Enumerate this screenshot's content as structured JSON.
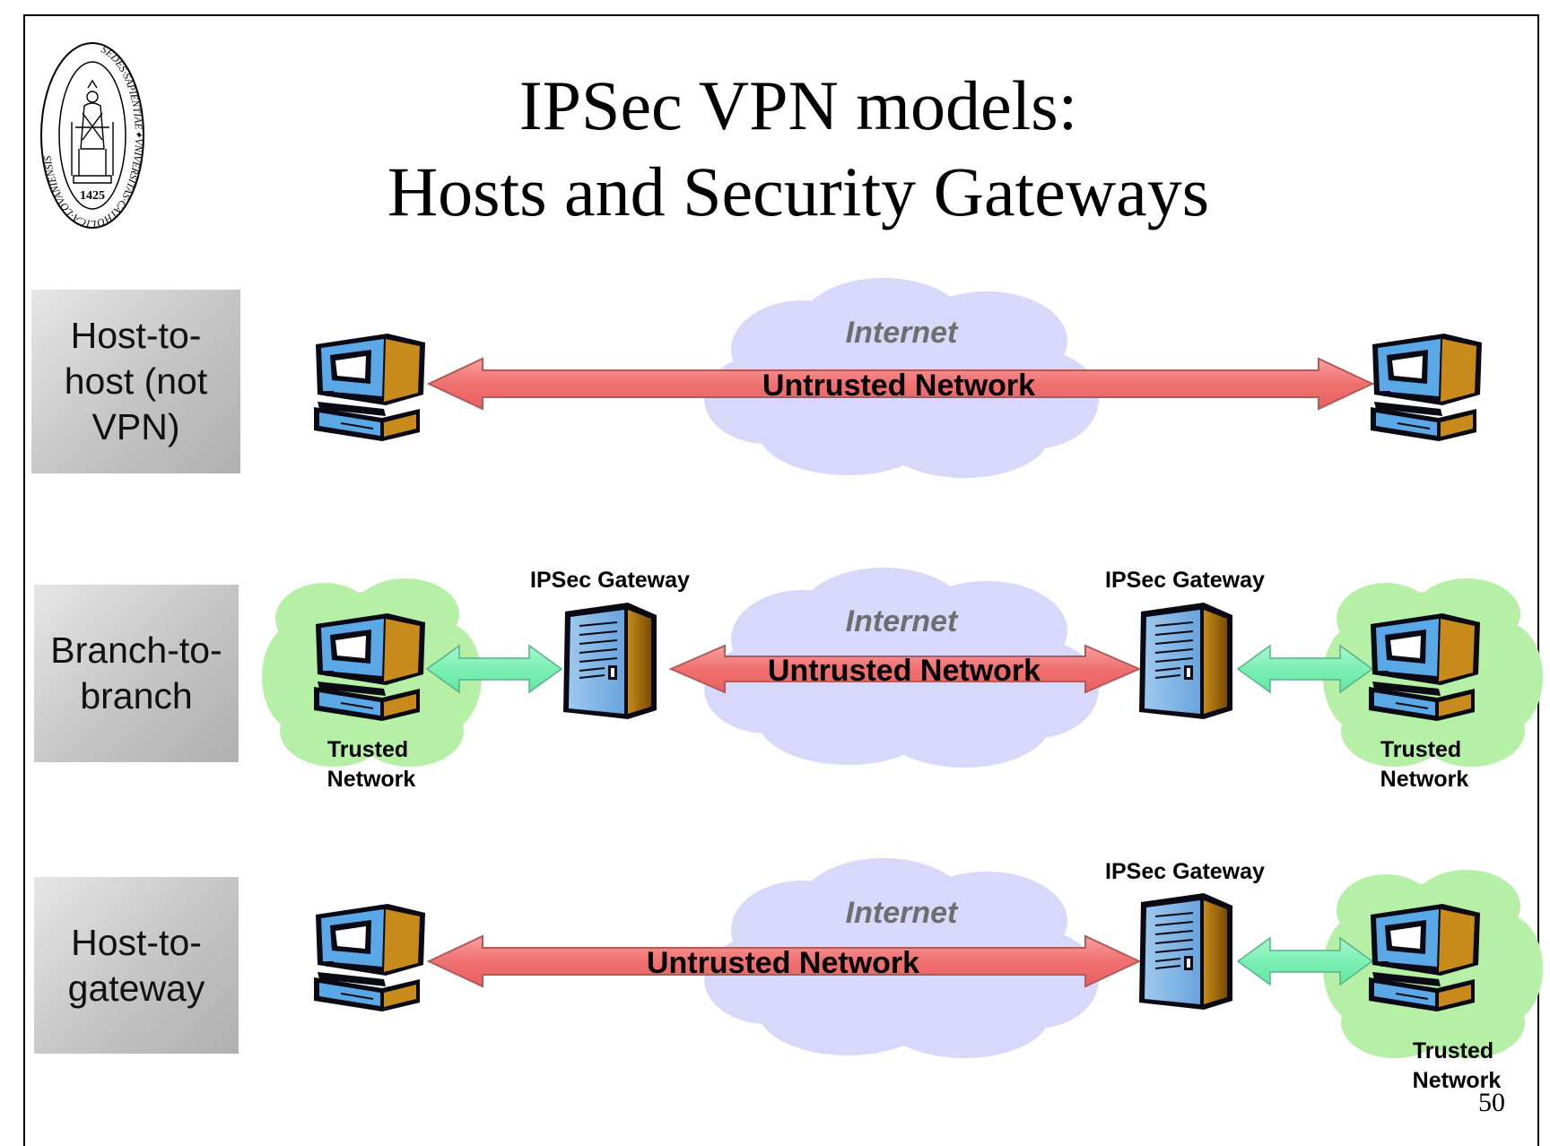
{
  "slide": {
    "title_line1": "IPSec VPN models:",
    "title_line2": "Hosts and Security Gateways",
    "page_number": "50"
  },
  "logo": {
    "year": "1425",
    "motto": "SEDES·SAPIENTIAE✦VNIVERSITAS·CATHOLICA·LOVANIENSIS"
  },
  "rows": [
    {
      "label": "Host-to-host (not VPN)",
      "internet_label": "Internet",
      "untrusted_label": "Untrusted Network"
    },
    {
      "label": "Branch-to-branch",
      "internet_label": "Internet",
      "untrusted_label": "Untrusted Network",
      "gateway_left_label": "IPSec Gateway",
      "gateway_right_label": "IPSec Gateway",
      "trusted_left_line1": "Trusted",
      "trusted_left_line2": "Network",
      "trusted_right_line1": "Trusted",
      "trusted_right_line2": "Network"
    },
    {
      "label": "Host-to-gateway",
      "internet_label": "Internet",
      "untrusted_label": "Untrusted Network",
      "gateway_right_label": "IPSec Gateway",
      "trusted_right_line1": "Trusted",
      "trusted_right_line2": "Network"
    }
  ],
  "colors": {
    "untrusted_arrow": "#f07070",
    "trusted_arrow": "#7cf0b4",
    "internet_cloud": "#d6d6fb",
    "trusted_cloud": "#b6f0a6"
  }
}
